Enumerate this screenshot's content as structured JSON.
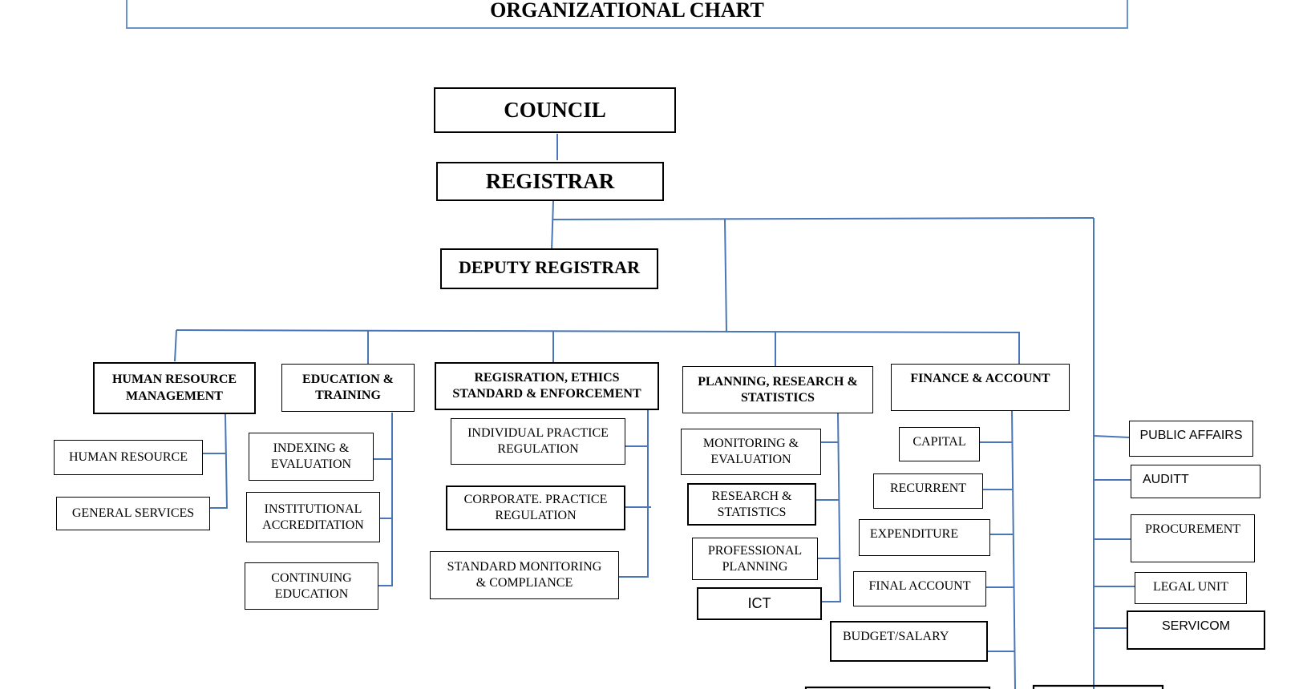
{
  "title": "ORGANIZATIONAL CHART",
  "colors": {
    "connector": "#4a76b5",
    "title_border": "#6a93c8",
    "box_border": "#000000"
  },
  "nodes": {
    "council": "COUNCIL",
    "registrar": "REGISTRAR",
    "deputy_registrar": "DEPUTY REGISTRAR",
    "hrm": "HUMAN RESOURCE\nMANAGEMENT",
    "human_resource": "HUMAN RESOURCE",
    "general_services": "GENERAL SERVICES",
    "edu": "EDUCATION &\nTRAINING",
    "indexing": "INDEXING &\nEVALUATION",
    "institutional": "INSTITUTIONAL\nACCREDITATION",
    "continuing": "CONTINUING\nEDUCATION",
    "regis": "REGISRATION, ETHICS\nSTANDARD & ENFORCEMENT",
    "individual": "INDIVIDUAL PRACTICE\nREGULATION",
    "corporate": "CORPORATE. PRACTICE\nREGULATION",
    "standard_monitoring": "STANDARD MONITORING\n& COMPLIANCE",
    "planning": "PLANNING, RESEARCH &\nSTATISTICS",
    "monitoring": "MONITORING &\nEVALUATION",
    "research": "RESEARCH &\nSTATISTICS",
    "professional": "PROFESSIONAL\nPLANNING",
    "ict": "ICT",
    "finance": "FINANCE & ACCOUNT",
    "capital": "CAPITAL",
    "recurrent": "RECURRENT",
    "expenditure": "EXPENDITURE",
    "final_account": "FINAL ACCOUNT",
    "budget_salary": "BUDGET/SALARY",
    "public_affairs": "PUBLIC AFFAIRS",
    "audit": "AUDITT",
    "procurement": "PROCUREMENT",
    "legal_unit": "LEGAL UNIT",
    "servicom": "SERVICOM"
  }
}
